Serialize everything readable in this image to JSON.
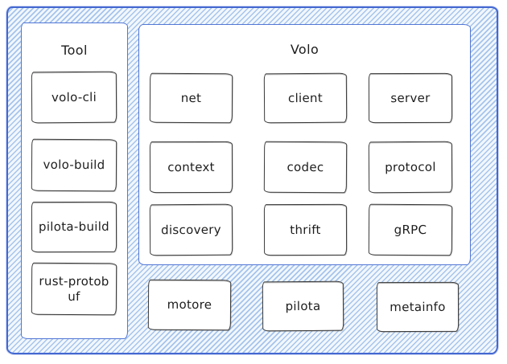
{
  "diagram": {
    "tool_panel": {
      "title": "Tool",
      "boxes": [
        {
          "label": "volo-cli"
        },
        {
          "label": "volo-build"
        },
        {
          "label": "pilota-build"
        },
        {
          "label": "rust-protob\nuf"
        }
      ]
    },
    "volo_panel": {
      "title": "Volo",
      "boxes": [
        {
          "label": "net"
        },
        {
          "label": "client"
        },
        {
          "label": "server"
        },
        {
          "label": "context"
        },
        {
          "label": "codec"
        },
        {
          "label": "protocol"
        },
        {
          "label": "discovery"
        },
        {
          "label": "thrift"
        },
        {
          "label": "gRPC"
        }
      ]
    },
    "bottom_row": {
      "boxes": [
        {
          "label": "motore"
        },
        {
          "label": "pilota"
        },
        {
          "label": "metainfo"
        }
      ]
    },
    "colors": {
      "outline_blue": "#4468d1",
      "panel_border_blue": "#5377d5",
      "hatch_line_blue": "#a5c4ec",
      "box_border": "#3a3a3a",
      "text": "#1d1d1d"
    }
  }
}
